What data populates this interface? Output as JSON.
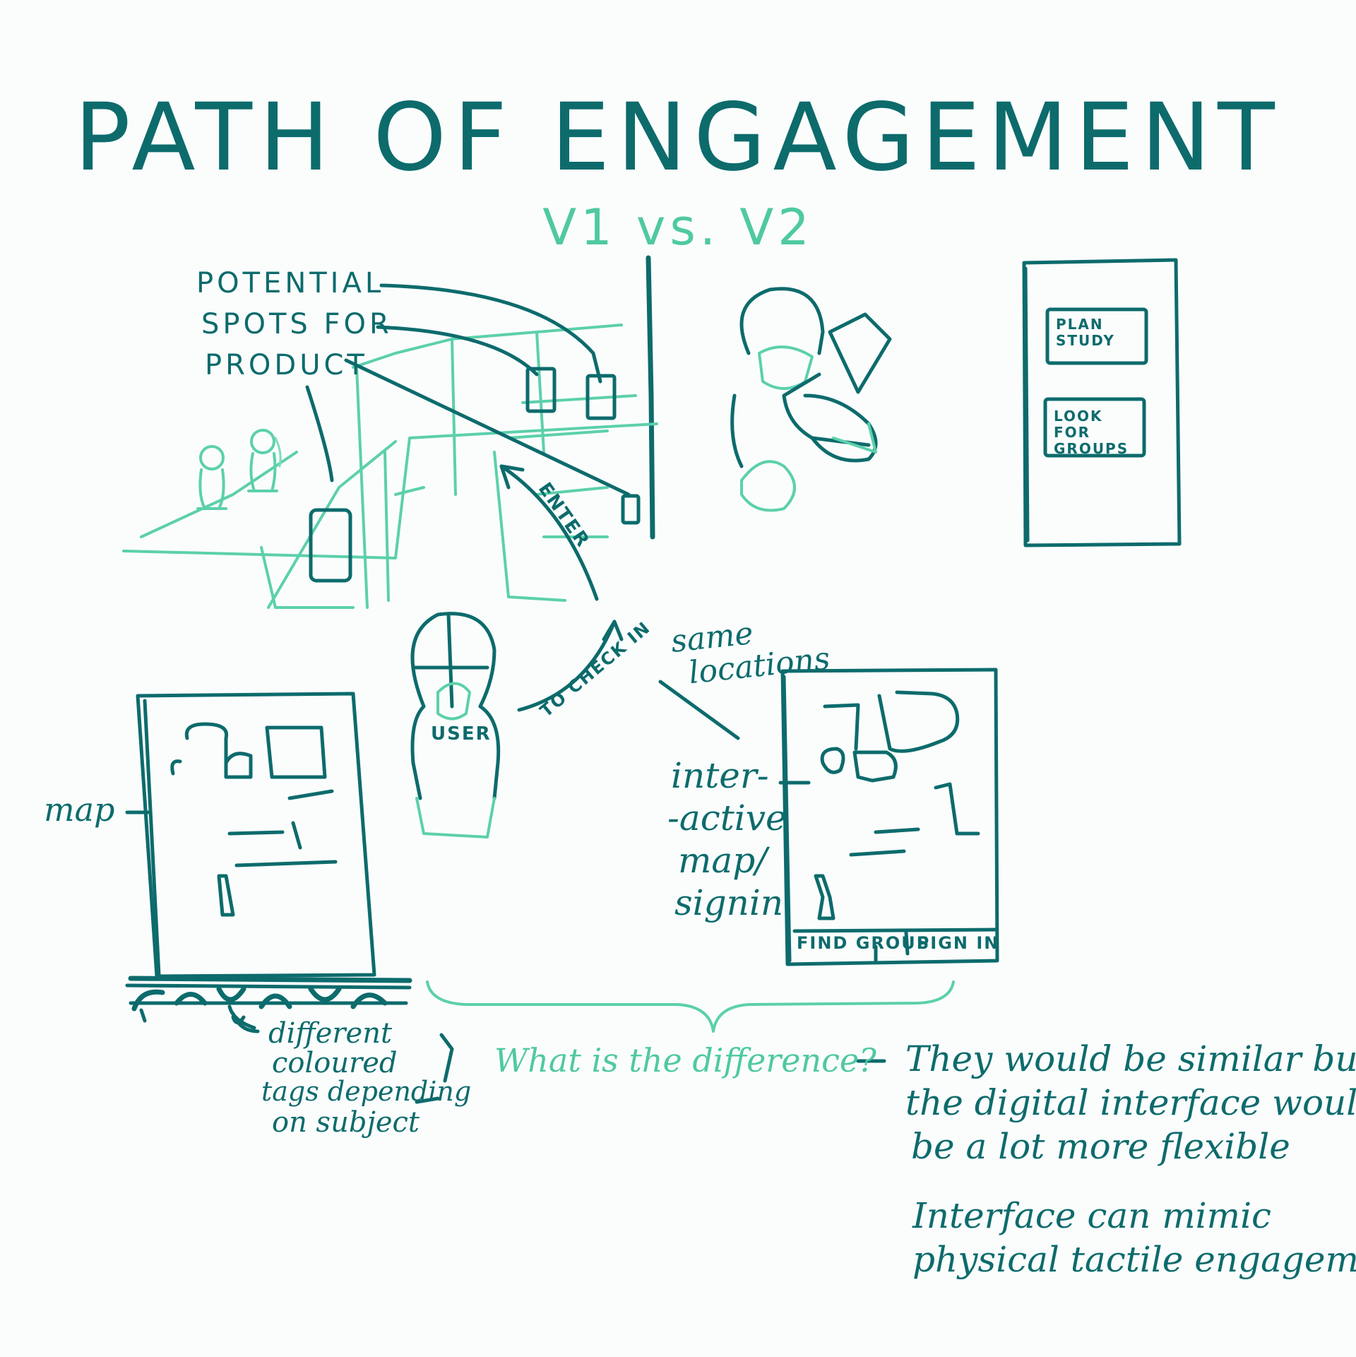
{
  "title": "PATH OF ENGAGEMENT",
  "subtitle": "V1 vs. V2",
  "v1_scene": {
    "callout": [
      "POTENTIAL",
      "SPOTS FOR",
      "PRODUCT"
    ],
    "enter_label": "ENTER"
  },
  "v2_phone": {
    "buttons": [
      "PLAN STUDY",
      "LOOK FOR GROUPS"
    ]
  },
  "user": {
    "label": "USER",
    "check_in_label": "TO CHECK IN",
    "same_locations_label": [
      "same",
      "locations"
    ]
  },
  "v1_board": {
    "map_label": "map",
    "tags_note": [
      "different",
      "coloured",
      "tags depending",
      "on subject"
    ]
  },
  "v2_board": {
    "interactive_label": [
      "inter-",
      "-active",
      "map/",
      "signin"
    ],
    "find_group_button": "FIND GROUP",
    "sign_in_button": "SIGN IN"
  },
  "comparison": {
    "question": "What is the difference?",
    "answer_lines": [
      "They would be similar but",
      "the digital interface would",
      "be a lot more flexible"
    ],
    "answer_2_lines": [
      "Interface can mimic",
      "physical tactile engagement"
    ]
  }
}
